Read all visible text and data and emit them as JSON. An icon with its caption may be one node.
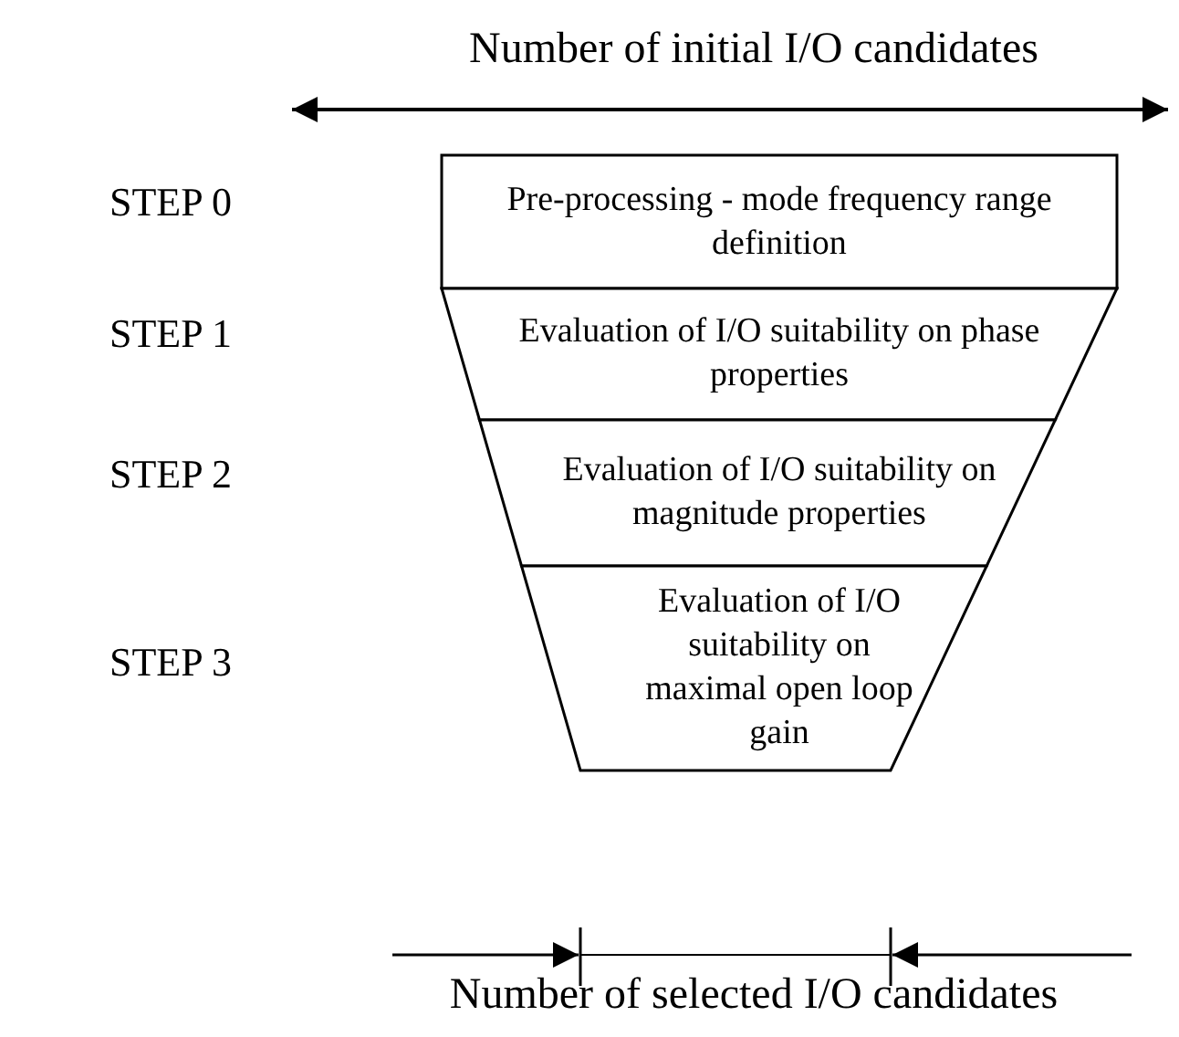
{
  "diagram": {
    "title": "Number of initial I/O candidates",
    "caption": "Number of selected I/O candidates",
    "nodes": [
      {
        "text": [
          "Pre-processing - mode frequency range definition"
        ]
      },
      {
        "text": [
          "Evaluation of I/O suitability on phase properties"
        ]
      },
      {
        "text": [
          "Evaluation of I/O suitability on magnitude properties"
        ]
      },
      {
        "text": [
          "Evaluation of I/O suitability on maximal open loop gain"
        ]
      }
    ],
    "labels": [
      "STEP 0",
      "STEP 1",
      "STEP 2",
      "STEP 3"
    ]
  }
}
